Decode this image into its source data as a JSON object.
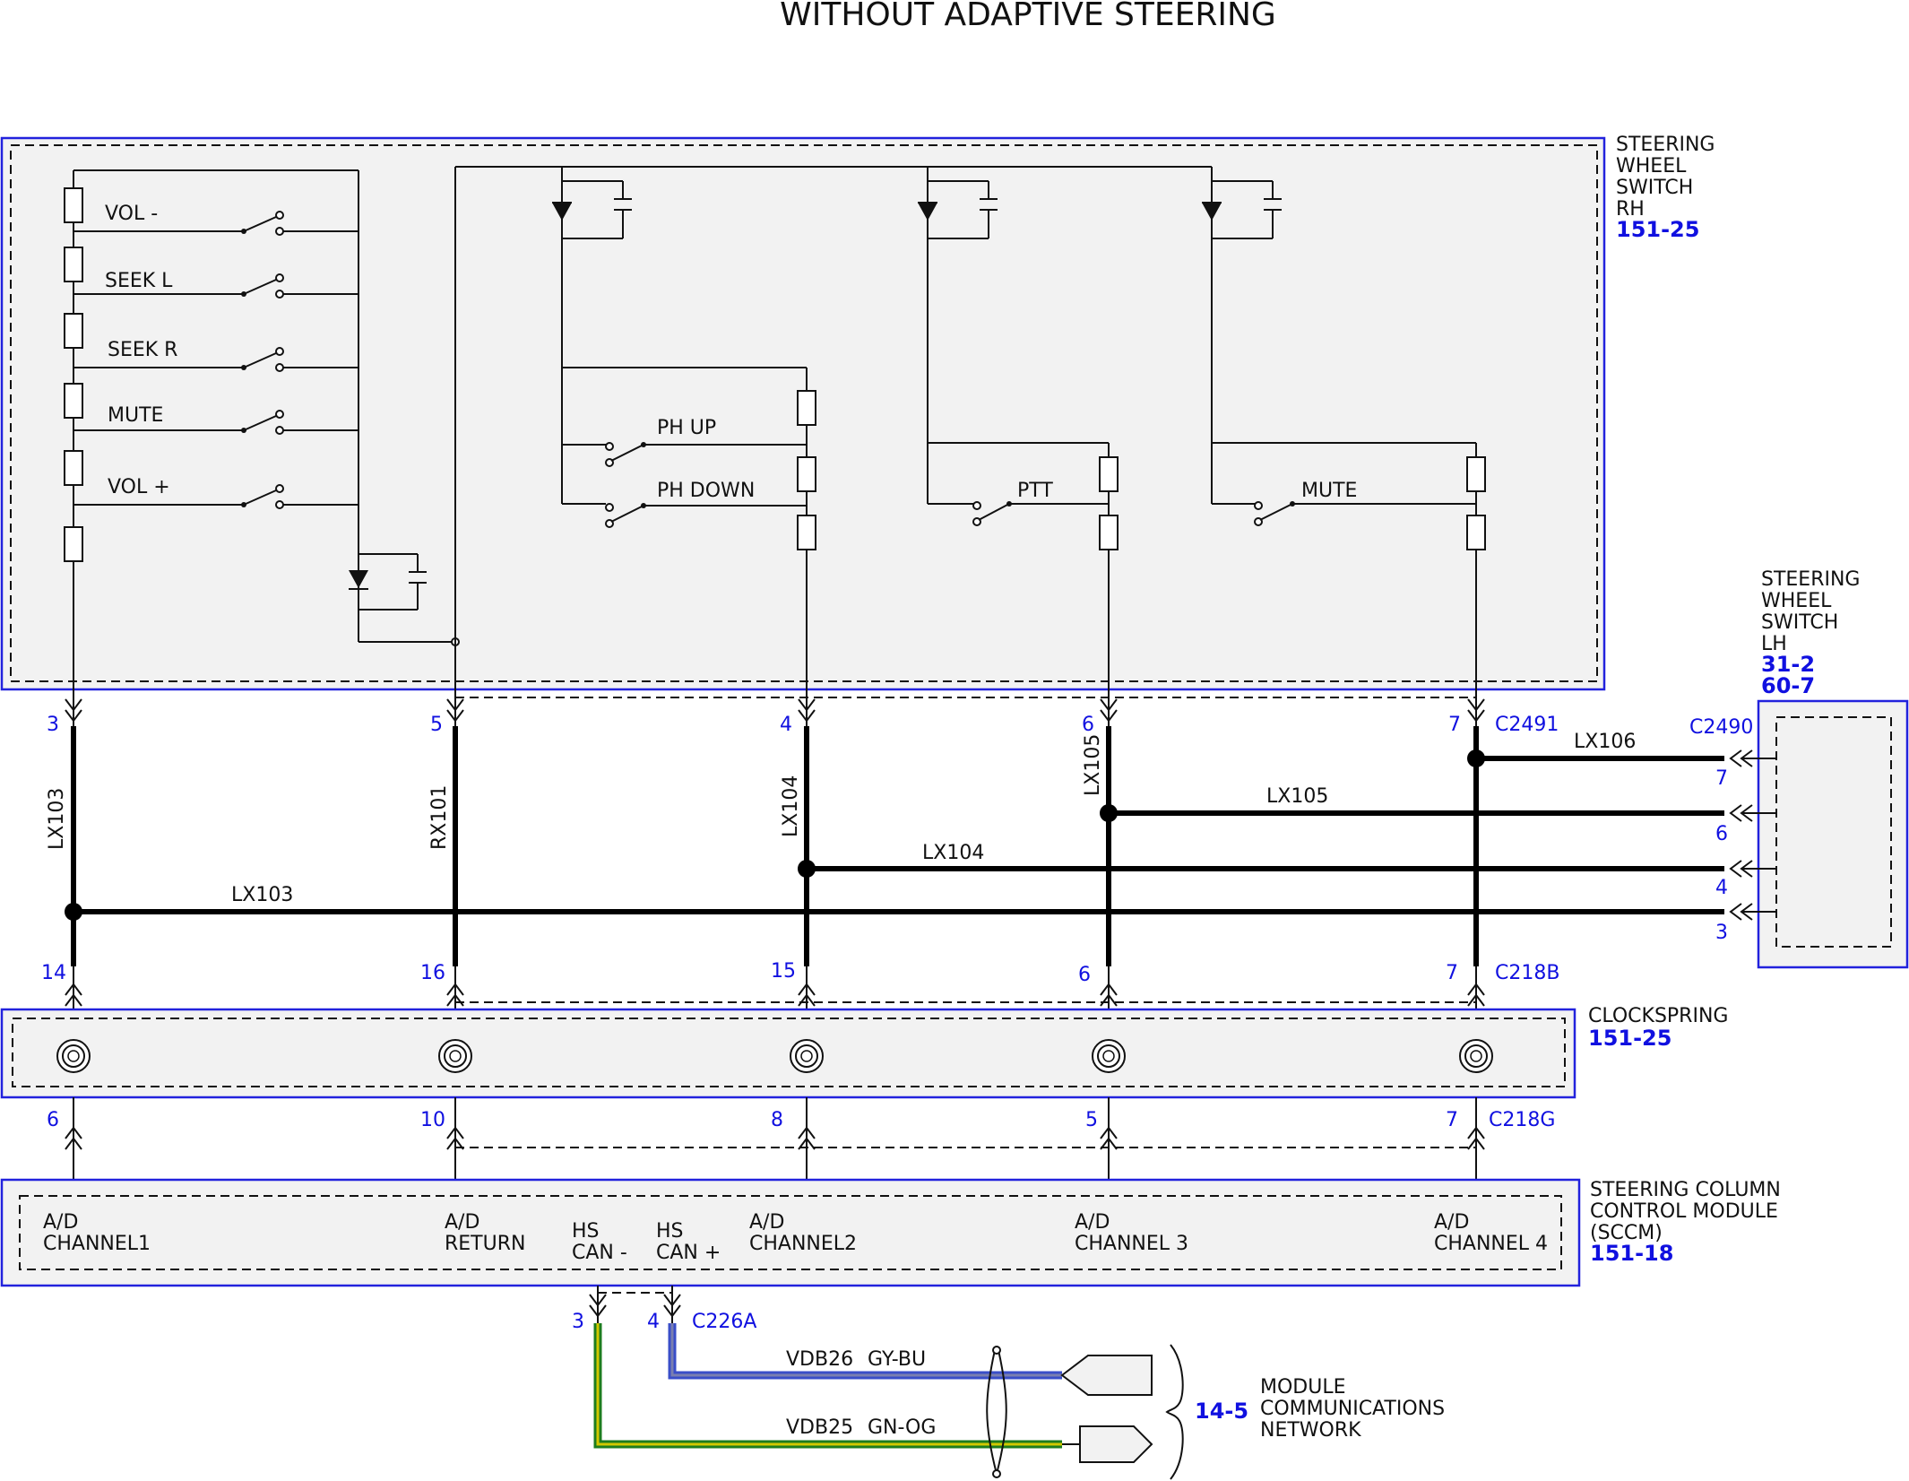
{
  "title": "WITHOUT ADAPTIVE STEERING",
  "components": {
    "swr": {
      "lines": [
        "STEERING",
        "WHEEL",
        "SWITCH",
        "RH"
      ],
      "refs": [
        "151-25"
      ]
    },
    "swl": {
      "lines": [
        "STEERING",
        "WHEEL",
        "SWITCH",
        "LH"
      ],
      "refs": [
        "31-2",
        "60-7"
      ]
    },
    "clockspring": {
      "lines": [
        "CLOCKSPRING"
      ],
      "refs": [
        "151-25"
      ]
    },
    "sccm": {
      "lines": [
        "STEERING COLUMN",
        "CONTROL MODULE",
        "(SCCM)"
      ],
      "refs": [
        "151-18"
      ]
    },
    "network": {
      "lines": [
        "MODULE",
        "COMMUNICATIONS",
        "NETWORK"
      ],
      "ref": "14-5"
    }
  },
  "switches_left": [
    "VOL -",
    "SEEK L",
    "SEEK R",
    "MUTE",
    "VOL +"
  ],
  "switches_mid": [
    "PH UP",
    "PH DOWN"
  ],
  "switch_ptt": "PTT",
  "switch_mute_right": "MUTE",
  "connectors": {
    "c2491": "C2491",
    "c2490": "C2490",
    "c218b": "C218B",
    "c218g": "C218G",
    "c226a": "C226A"
  },
  "pins_c2491": [
    "3",
    "5",
    "4",
    "6",
    "7"
  ],
  "pins_c218b": [
    "14",
    "16",
    "15",
    "6",
    "7"
  ],
  "pins_c218g": [
    "6",
    "10",
    "8",
    "5",
    "7"
  ],
  "pins_c2490": [
    "7",
    "6",
    "4",
    "3"
  ],
  "pins_c226a": [
    "3",
    "4"
  ],
  "circuits": {
    "vertical": [
      "LX103",
      "RX101",
      "LX104",
      "LX105"
    ],
    "horizontal": [
      "LX106",
      "LX105",
      "LX104",
      "LX103"
    ]
  },
  "sccm_channels": [
    [
      "A/D",
      "CHANNEL1"
    ],
    [
      "A/D",
      "RETURN"
    ],
    [
      "HS",
      "CAN -"
    ],
    [
      "HS",
      "CAN +"
    ],
    [
      "A/D",
      "CHANNEL2"
    ],
    [
      "A/D",
      "CHANNEL 3"
    ],
    [
      "A/D",
      "CHANNEL 4"
    ]
  ],
  "network_wires": [
    {
      "circuit": "VDB26",
      "color_code": "GY-BU",
      "colors": [
        "#7a7fb0",
        "#3a4ec8"
      ]
    },
    {
      "circuit": "VDB25",
      "color_code": "GN-OG",
      "colors": [
        "#1e7d1e",
        "#d2c800"
      ]
    }
  ],
  "colors": {
    "box_border": "#2222dd",
    "label_blue": "#1010e0",
    "box_fill": "#f2f2f2"
  }
}
